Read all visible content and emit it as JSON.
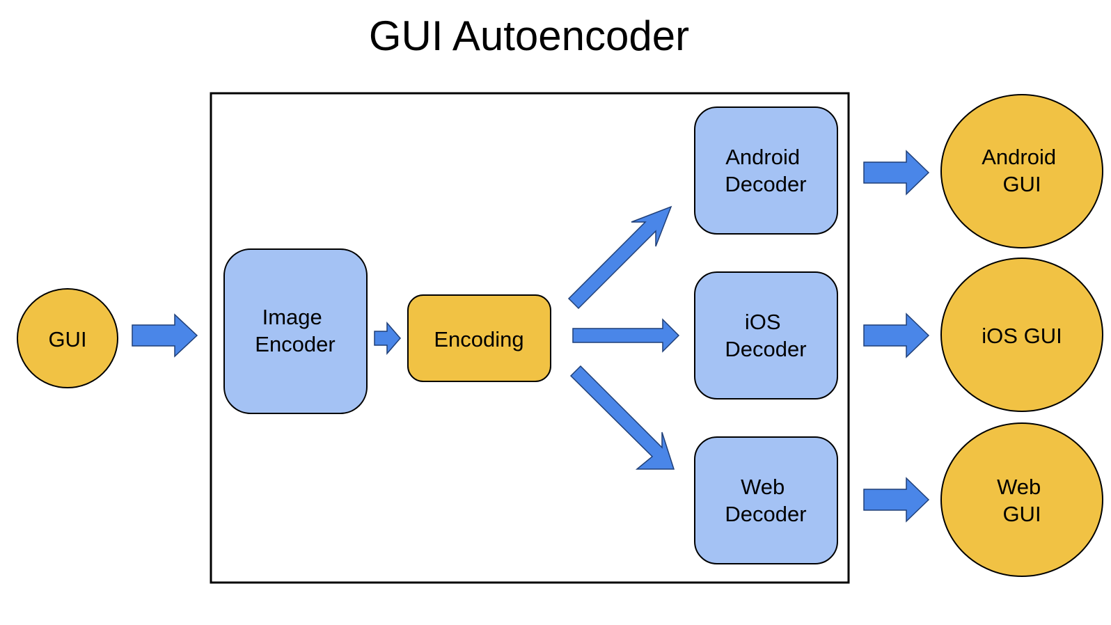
{
  "title": "GUI Autoencoder",
  "colors": {
    "node_yellow": "#f1c244",
    "node_blue": "#a4c2f4",
    "arrow": "#4a86e8"
  },
  "nodes": {
    "input_gui": [
      "GUI"
    ],
    "image_encoder": [
      "Image",
      "Encoder"
    ],
    "encoding": [
      "Encoding"
    ],
    "android_decoder": [
      "Android",
      "Decoder"
    ],
    "ios_decoder": [
      "iOS",
      "Decoder"
    ],
    "web_decoder": [
      "Web",
      "Decoder"
    ],
    "android_gui": [
      "Android",
      "GUI"
    ],
    "ios_gui": [
      "iOS GUI"
    ],
    "web_gui": [
      "Web",
      "GUI"
    ]
  }
}
